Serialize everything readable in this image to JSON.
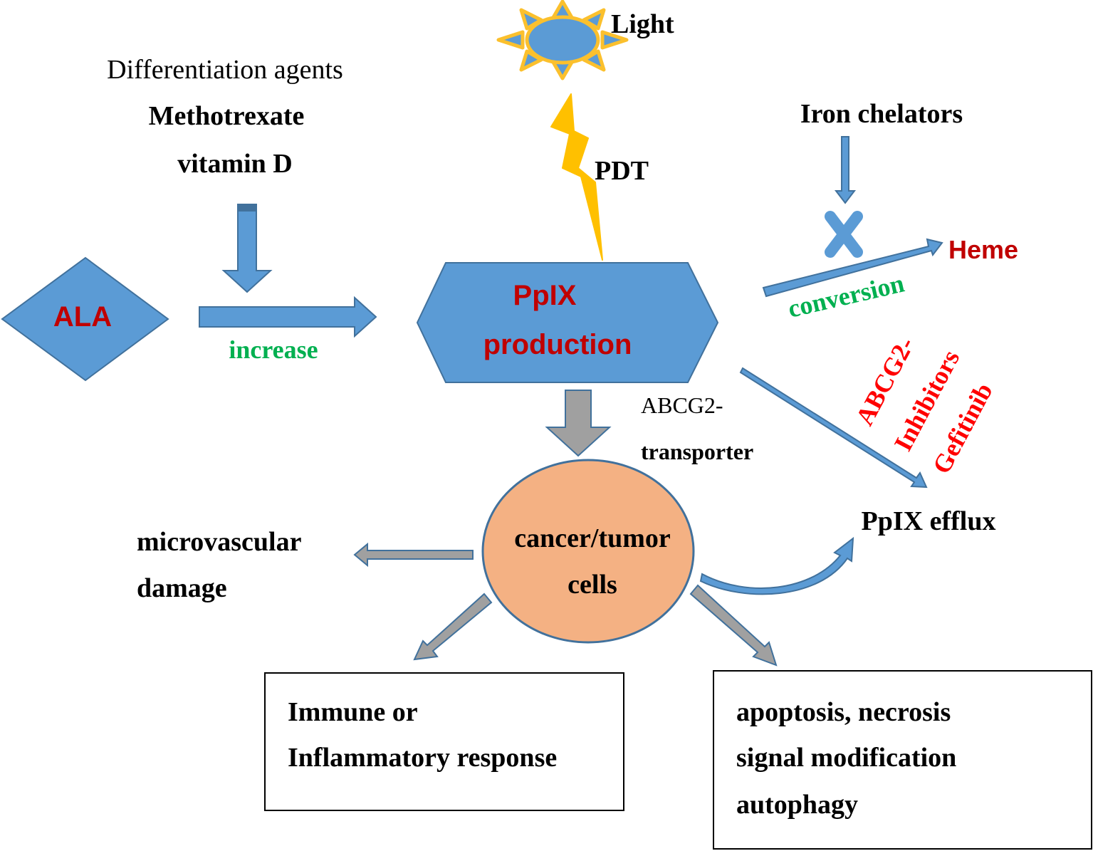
{
  "colors": {
    "blue_fill": "#5b9bd5",
    "blue_stroke": "#41719c",
    "gray_arrow": "#a0a0a0",
    "orange_cell": "#f4b183",
    "sun_ray": "#fbc02d",
    "lightning": "#ffc000",
    "dark_red": "#c00000",
    "red": "#ff0000",
    "green": "#00b050",
    "black": "#000000"
  },
  "texts": {
    "differentiation": "Differentiation agents",
    "methotrexate": "Methotrexate",
    "vitamin_d": "vitamin D",
    "light": "Light",
    "pdt": "PDT",
    "iron_chelators": "Iron chelators",
    "heme": "Heme",
    "conversion": "conversion",
    "ala": "ALA",
    "increase": "increase",
    "ppix_line1": "PpIX",
    "ppix_line2": "production",
    "abcg2_transporter_1": "ABCG2-",
    "abcg2_transporter_2": "transporter",
    "abcg2_inhibitors_1": "ABCG2-",
    "abcg2_inhibitors_2": "Inhibitors",
    "abcg2_inhibitors_3": "Gefitinib",
    "ppix_efflux": "PpIX efflux",
    "cell_line1": "cancer/tumor",
    "cell_line2": "cells",
    "microvascular_1": "microvascular",
    "microvascular_2": "damage",
    "immune_1": "Immune or",
    "immune_2": "Inflammatory response",
    "apoptosis_1": "apoptosis, necrosis",
    "apoptosis_2": "signal modification",
    "apoptosis_3": "autophagy"
  }
}
